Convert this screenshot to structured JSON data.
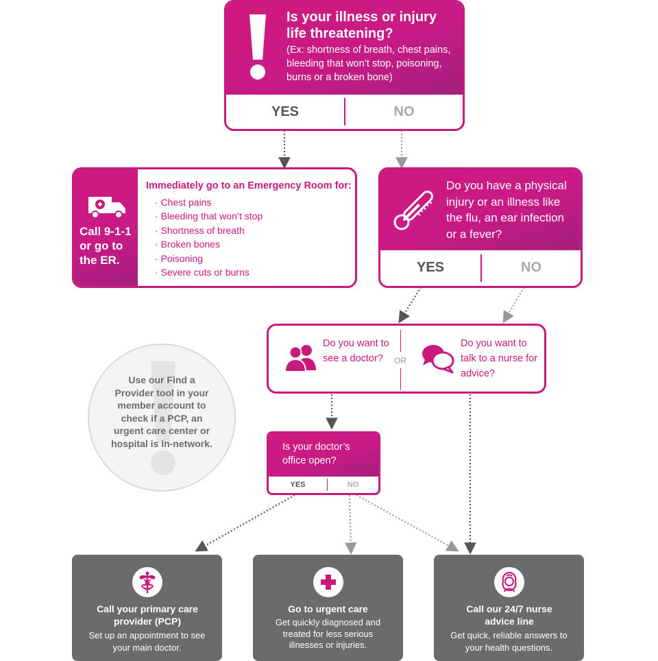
{
  "q1": {
    "icon": "exclamation-icon",
    "title": "Is your illness or injury life threatening?",
    "examples": "(Ex: shortness of breath, chest pains, bleeding that won’t stop, poisoning, burns or a broken bone)",
    "yes": "YES",
    "no": "NO"
  },
  "er": {
    "icon": "ambulance-icon",
    "call": "Call 9-1-1 or go to the ER.",
    "heading": "Immediately go to an Emergency Room for:",
    "items": [
      "Chest pains",
      "Bleeding that won’t stop",
      "Shortness of breath",
      "Broken bones",
      "Poisoning",
      "Severe cuts or burns"
    ]
  },
  "q2": {
    "icon": "thermometer-icon",
    "title": "Do you have a physical injury or an illness like the flu, an ear infection or a fever?",
    "yes": "YES",
    "no": "NO"
  },
  "choice": {
    "doctor_icon": "people-icon",
    "doctor": "Do you want to see a doctor?",
    "or": "OR",
    "nurse_icon": "chat-bubbles-icon",
    "nurse": "Do you want to talk to a nurse for advice?"
  },
  "tip": {
    "text": "Use our Find a Provider tool in your member account to check if a PCP, an urgent care center or hospital is in-network."
  },
  "q3": {
    "title": "Is your doctor’s office open?",
    "yes": "YES",
    "no": "NO"
  },
  "outcomes": [
    {
      "icon": "caduceus-icon",
      "title": "Call your primary care provider (PCP)",
      "desc": "Set up an appointment to see your main doctor."
    },
    {
      "icon": "medical-cross-icon",
      "title": "Go to urgent care",
      "desc": "Get quickly diagnosed and treated for less serious illnesses or injuries."
    },
    {
      "icon": "nurse-icon",
      "title": "Call our 24/7 nurse advice line",
      "desc": "Get quick, reliable answers to your health questions."
    }
  ],
  "colors": {
    "magenta": "#c8197f",
    "grey": "#6b6b6d",
    "light_grey": "#a9a9a9"
  }
}
